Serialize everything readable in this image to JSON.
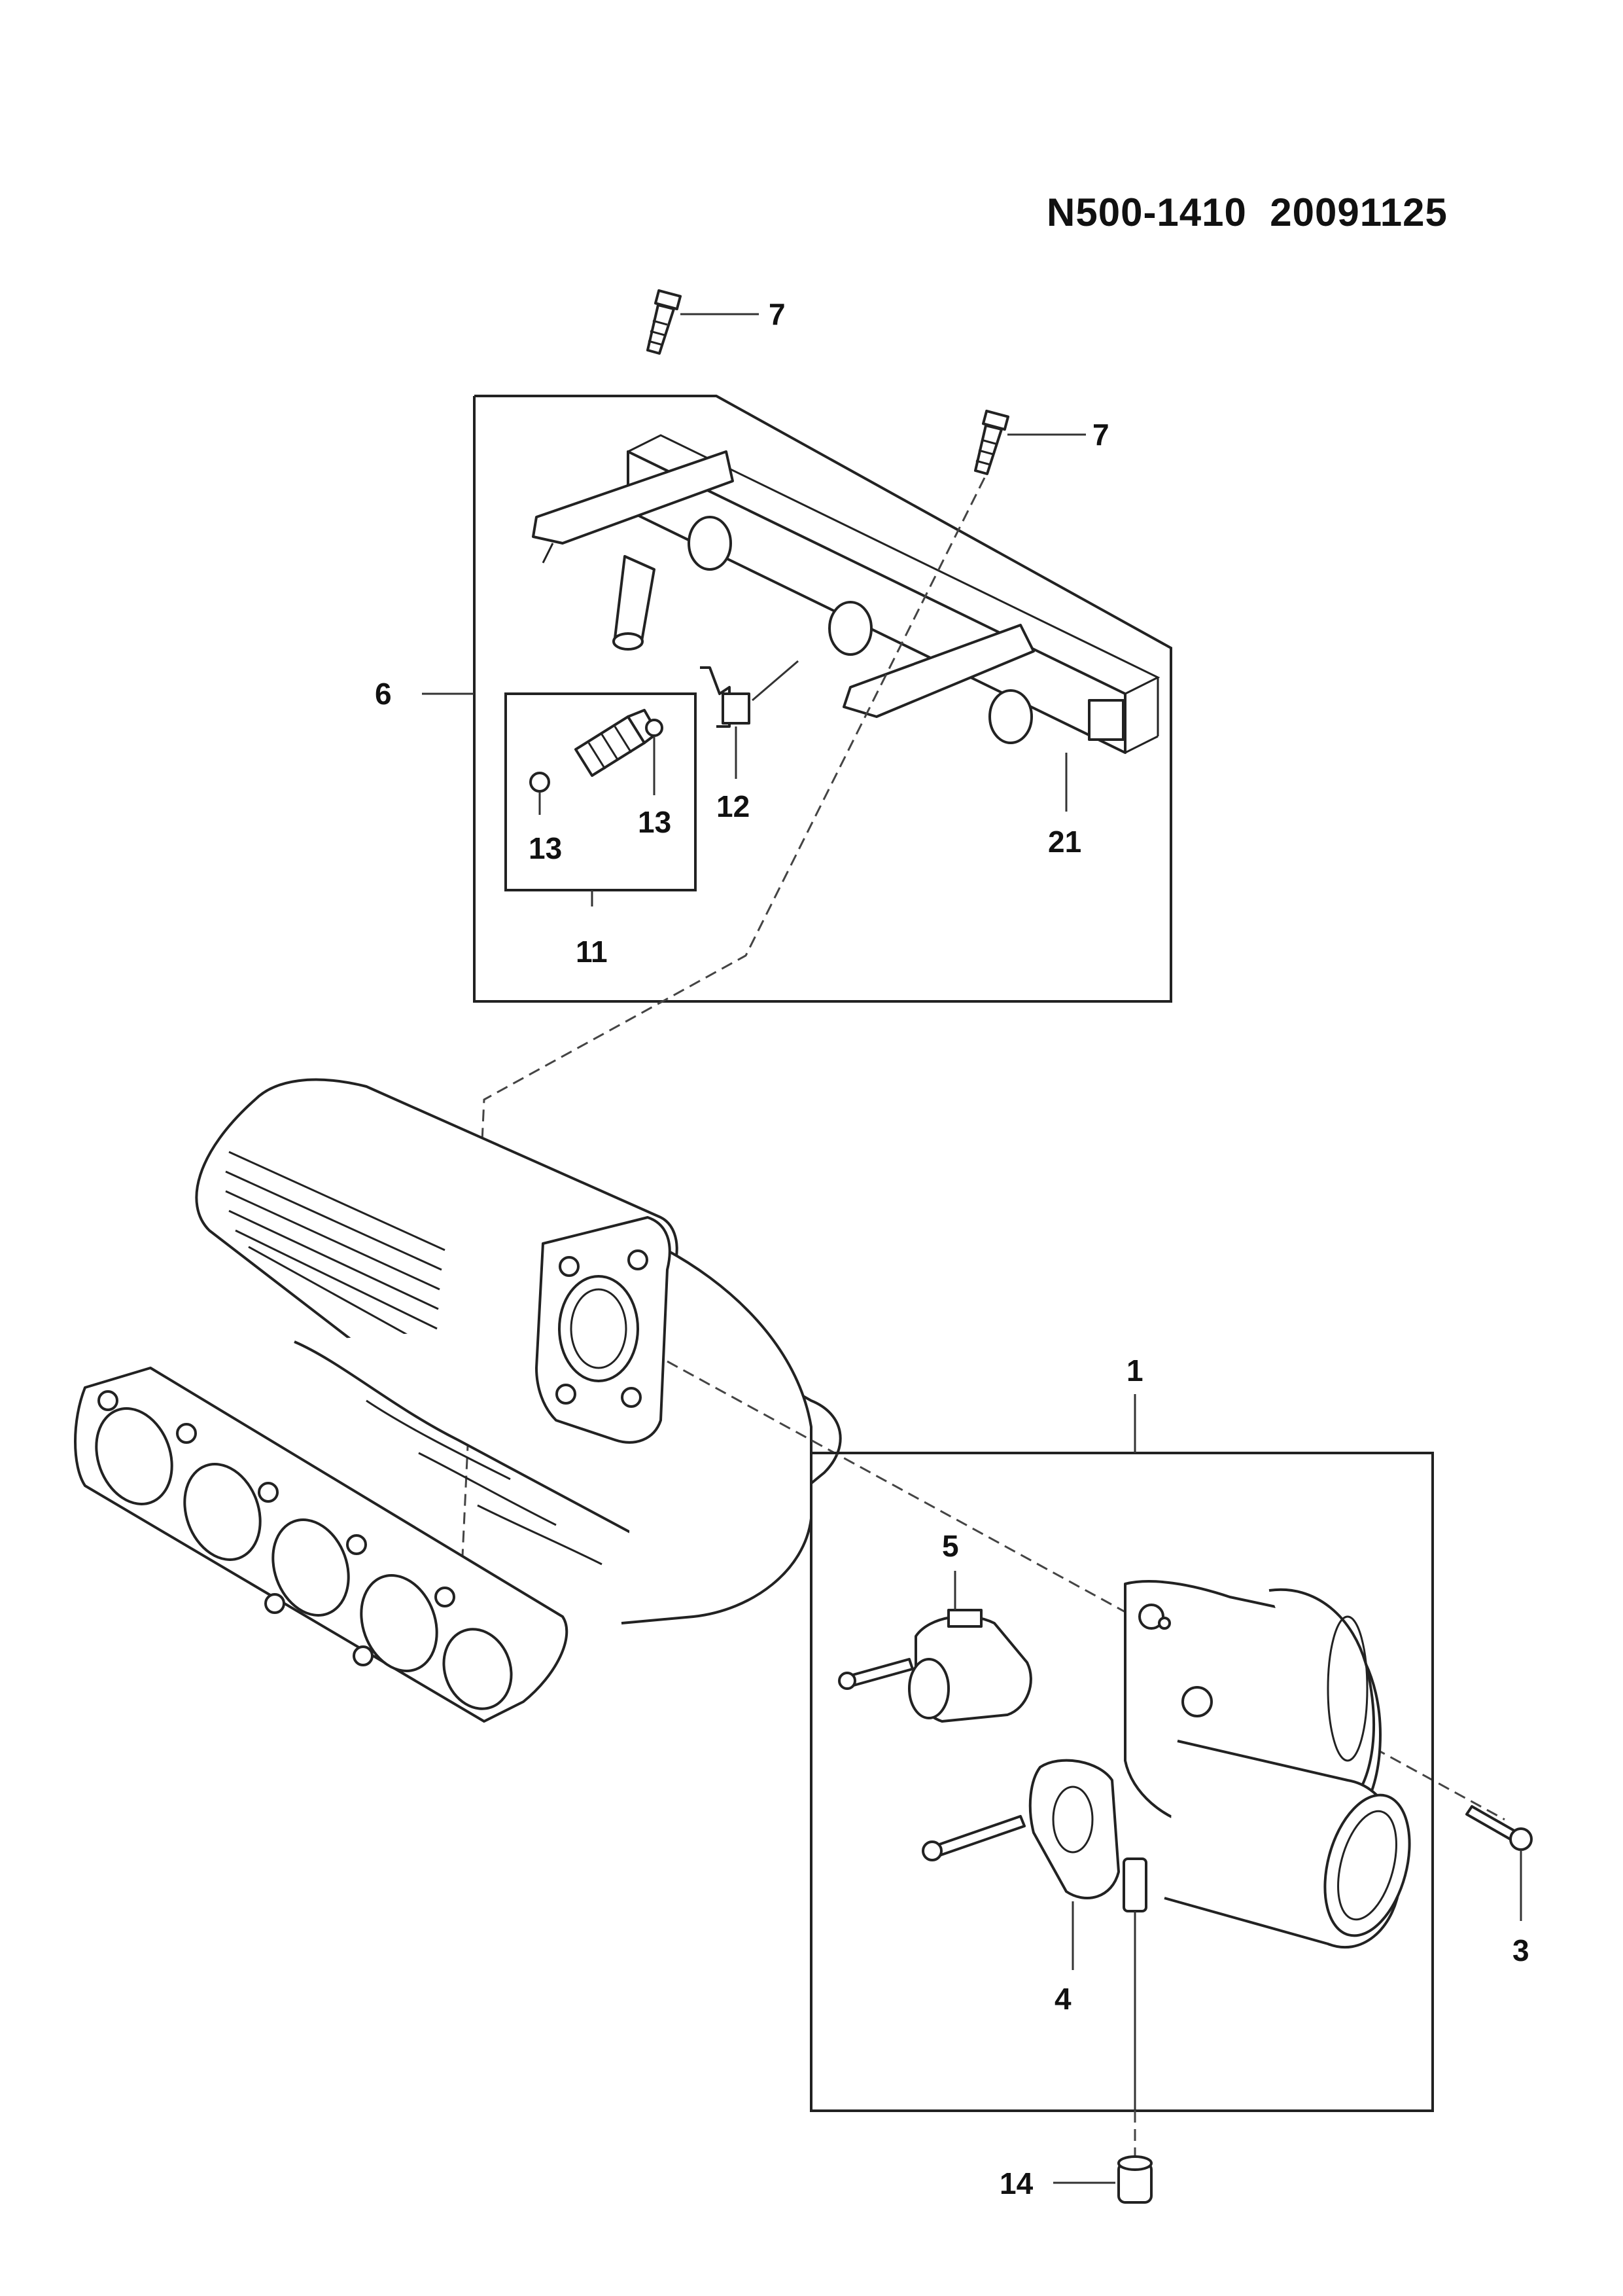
{
  "document": {
    "id": "N500-1410  20091125"
  },
  "callouts": [
    {
      "key": "c7a",
      "text": "7"
    },
    {
      "key": "c7b",
      "text": "7"
    },
    {
      "key": "c6",
      "text": "6"
    },
    {
      "key": "c13a",
      "text": "13"
    },
    {
      "key": "c13b",
      "text": "13"
    },
    {
      "key": "c12",
      "text": "12"
    },
    {
      "key": "c21",
      "text": "21"
    },
    {
      "key": "c11",
      "text": "11"
    },
    {
      "key": "c1",
      "text": "1"
    },
    {
      "key": "c5",
      "text": "5"
    },
    {
      "key": "c3",
      "text": "3"
    },
    {
      "key": "c4",
      "text": "4"
    },
    {
      "key": "c14",
      "text": "14"
    }
  ]
}
